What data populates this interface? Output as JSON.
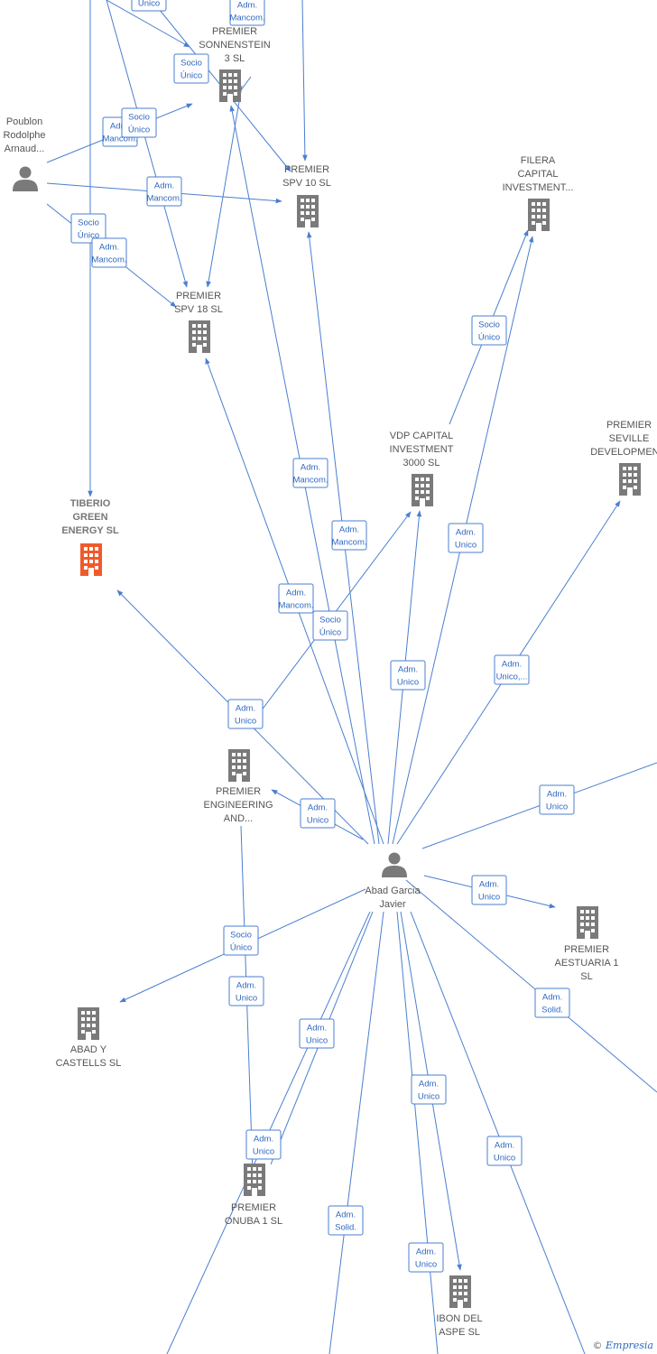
{
  "nodes": [
    {
      "id": "sonnenstein",
      "type": "company",
      "label": [
        "PREMIER",
        "SONNENSTEIN",
        "3  SL"
      ]
    },
    {
      "id": "poublon",
      "type": "person",
      "label": [
        "Poublon",
        "Rodolphe",
        "Arnaud..."
      ]
    },
    {
      "id": "spv10",
      "type": "company",
      "label": [
        "PREMIER",
        "SPV 10  SL"
      ]
    },
    {
      "id": "filera",
      "type": "company",
      "label": [
        "FILERA",
        "CAPITAL",
        "INVESTMENT..."
      ]
    },
    {
      "id": "spv18",
      "type": "company",
      "label": [
        "PREMIER",
        "SPV 18  SL"
      ]
    },
    {
      "id": "vdp",
      "type": "company",
      "label": [
        "VDP CAPITAL",
        "INVESTMENT",
        "3000  SL"
      ]
    },
    {
      "id": "seville",
      "type": "company",
      "label": [
        "PREMIER",
        "SEVILLE",
        "DEVELOPMEN..."
      ]
    },
    {
      "id": "tiberio",
      "type": "company",
      "highlight": true,
      "label": [
        "TIBERIO",
        "GREEN",
        "ENERGY  SL"
      ]
    },
    {
      "id": "engineering",
      "type": "company",
      "label": [
        "PREMIER",
        "ENGINEERING",
        "AND..."
      ]
    },
    {
      "id": "abad",
      "type": "person",
      "label": [
        "Abad Garcia",
        "Javier"
      ]
    },
    {
      "id": "aestuaria",
      "type": "company",
      "label": [
        "PREMIER",
        "AESTUARIA 1",
        "SL"
      ]
    },
    {
      "id": "castells",
      "type": "company",
      "label": [
        "ABAD Y",
        "CASTELLS SL"
      ]
    },
    {
      "id": "onuba",
      "type": "company",
      "label": [
        "PREMIER",
        "ONUBA 1  SL"
      ]
    },
    {
      "id": "ibon",
      "type": "company",
      "label": [
        "IBON DEL",
        "ASPE SL"
      ]
    }
  ],
  "edge_labels": [
    [
      "Único"
    ],
    [
      "Adm.",
      "Mancom."
    ],
    [
      "Socio",
      "Único"
    ],
    [
      "Adm.",
      "Mancom."
    ],
    [
      "Socio",
      "Único"
    ],
    [
      "Adm.",
      "Mancom."
    ],
    [
      "Socio",
      "Único"
    ],
    [
      "Adm.",
      "Mancom."
    ],
    [
      "Socio",
      "Único"
    ],
    [
      "Adm.",
      "Mancom."
    ],
    [
      "Adm.",
      "Mancom."
    ],
    [
      "Adm.",
      "Unico"
    ],
    [
      "Adm.",
      "Mancom."
    ],
    [
      "Socio",
      "Único"
    ],
    [
      "Adm.",
      "Unico"
    ],
    [
      "Adm.",
      "Unico,..."
    ],
    [
      "Adm.",
      "Unico"
    ],
    [
      "Adm.",
      "Unico"
    ],
    [
      "Adm.",
      "Unico"
    ],
    [
      "Adm.",
      "Unico"
    ],
    [
      "Adm.",
      "Solid."
    ],
    [
      "Socio",
      "Único"
    ],
    [
      "Adm.",
      "Unico"
    ],
    [
      "Adm.",
      "Unico"
    ],
    [
      "Adm.",
      "Unico"
    ],
    [
      "Adm.",
      "Unico"
    ],
    [
      "Adm.",
      "Unico"
    ],
    [
      "Adm.",
      "Solid."
    ],
    [
      "Adm.",
      "Unico"
    ]
  ],
  "colors": {
    "edge": "#4a7fd0",
    "company_icon": "#7a7a7a",
    "highlight_icon": "#f05a2a",
    "label_text": "#2f68c0"
  },
  "footer": {
    "symbol": "©",
    "brand": "Empresia"
  }
}
